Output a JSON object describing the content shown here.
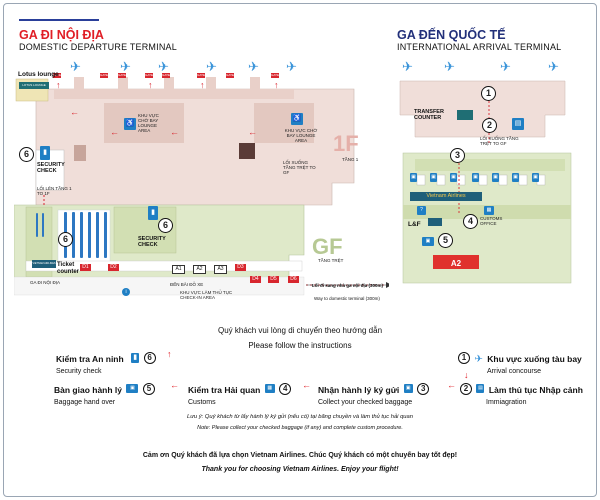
{
  "header_domestic": {
    "vn": "GA ĐI NỘI ĐỊA",
    "en": "DOMESTIC DEPARTURE TERMINAL"
  },
  "header_international": {
    "vn": "GA ĐẾN QUỐC TẾ",
    "en": "INTERNATIONAL ARRIVAL TERMINAL"
  },
  "floor_1f": "1F",
  "floor_1f_note": "TẦNG 1",
  "floor_gf": "GF",
  "floor_gf_note": "TẦNG TRỆT",
  "gates": [
    "GATE",
    "GATE",
    "GATE",
    "GATE",
    "GATE",
    "GATE",
    "GATE",
    "GATE"
  ],
  "domestic_labels": {
    "lotus": "Lotus lounge",
    "lotus_sign": "LOTUS LOUNGE",
    "security_top": "SECURITY CHECK",
    "security_mid": "SECURITY CHECK",
    "lounge1": "KHU VỰC CHỜ BAY LOUNGE AREA",
    "lounge2": "KHU VỰC CHỜ BAY LOUNGE AREA",
    "stairs_down": "LỐI XUỐNG TẦNG TRỆT TO GF",
    "stairs_up": "LỐI LÊN TẦNG 1 TO 1F",
    "ticket": "Ticket counter",
    "ticket_sign": "VIETNAM AIRLINES",
    "checkin_a": "A1",
    "checkin_a2": "A2",
    "checkin_a3": "A3",
    "d_counters": [
      "D1",
      "D2",
      "D3",
      "D4",
      "D5",
      "D6"
    ],
    "tiny_a": "KHU VỰC LÀM THỦ TỤC CHECK-IN AREA",
    "tiny_b": "ĐẾN BÃI ĐỖ XE",
    "tiny_c": "GA ĐI NỘI ĐỊA",
    "to_domestic_vn": "Lối đi sang nhà ga nội địa (300m)",
    "to_domestic_en": "Way to domestic terminal (300m)",
    "num_a": "6",
    "num_b": "6",
    "num_c": "6"
  },
  "international_labels": {
    "transfer": "TRANSFER COUNTER",
    "stairs": "LỐI XUỐNG TẦNG TRỆT TO GF",
    "va": "Vietnam Airlines",
    "lf": "L&F",
    "customs": "CUSTOMS OFFICE",
    "a2": "A2",
    "n1": "1",
    "n2": "2",
    "n3": "3",
    "n4": "4",
    "n5": "5"
  },
  "instruction": {
    "vn": "Quý khách vui lòng di chuyển theo hướng dẫn",
    "en": "Please follow the instructions"
  },
  "steps": [
    {
      "num": "1",
      "vn": "Khu vực xuống tàu bay",
      "en": "Arrival concourse",
      "icon": "plane-icon"
    },
    {
      "num": "2",
      "vn": "Làm thủ tục Nhập cảnh",
      "en": "Immiagration",
      "icon": "passport-icon"
    },
    {
      "num": "3",
      "vn": "Nhận hành lý ký gửi",
      "en": "Collect your checked baggage",
      "icon": "baggage-icon"
    },
    {
      "num": "4",
      "vn": "Kiểm tra Hải quan",
      "en": "Customs",
      "icon": "customs-icon"
    },
    {
      "num": "5",
      "vn": "Bàn giao hành lý",
      "en": "Baggage hand over",
      "icon": "baggage-icon"
    },
    {
      "num": "6",
      "vn": "Kiểm tra An ninh",
      "en": "Security check",
      "icon": "security-icon"
    }
  ],
  "note": {
    "vn": "Lưu ý: Quý khách từ lấy hành lý ký gửi (nếu có) tại băng chuyền và làm thủ tục hải quan",
    "en": "Note: Please collect your checked baggage (if any) and complete custom procedure."
  },
  "thanks": {
    "vn": "Cảm ơn Quý khách đã lựa chọn Vietnam Airlines. Chúc Quý khách có một chuyến bay tốt đẹp!",
    "en": "Thank you for choosing Vietnam Airlines. Enjoy your flight!"
  }
}
